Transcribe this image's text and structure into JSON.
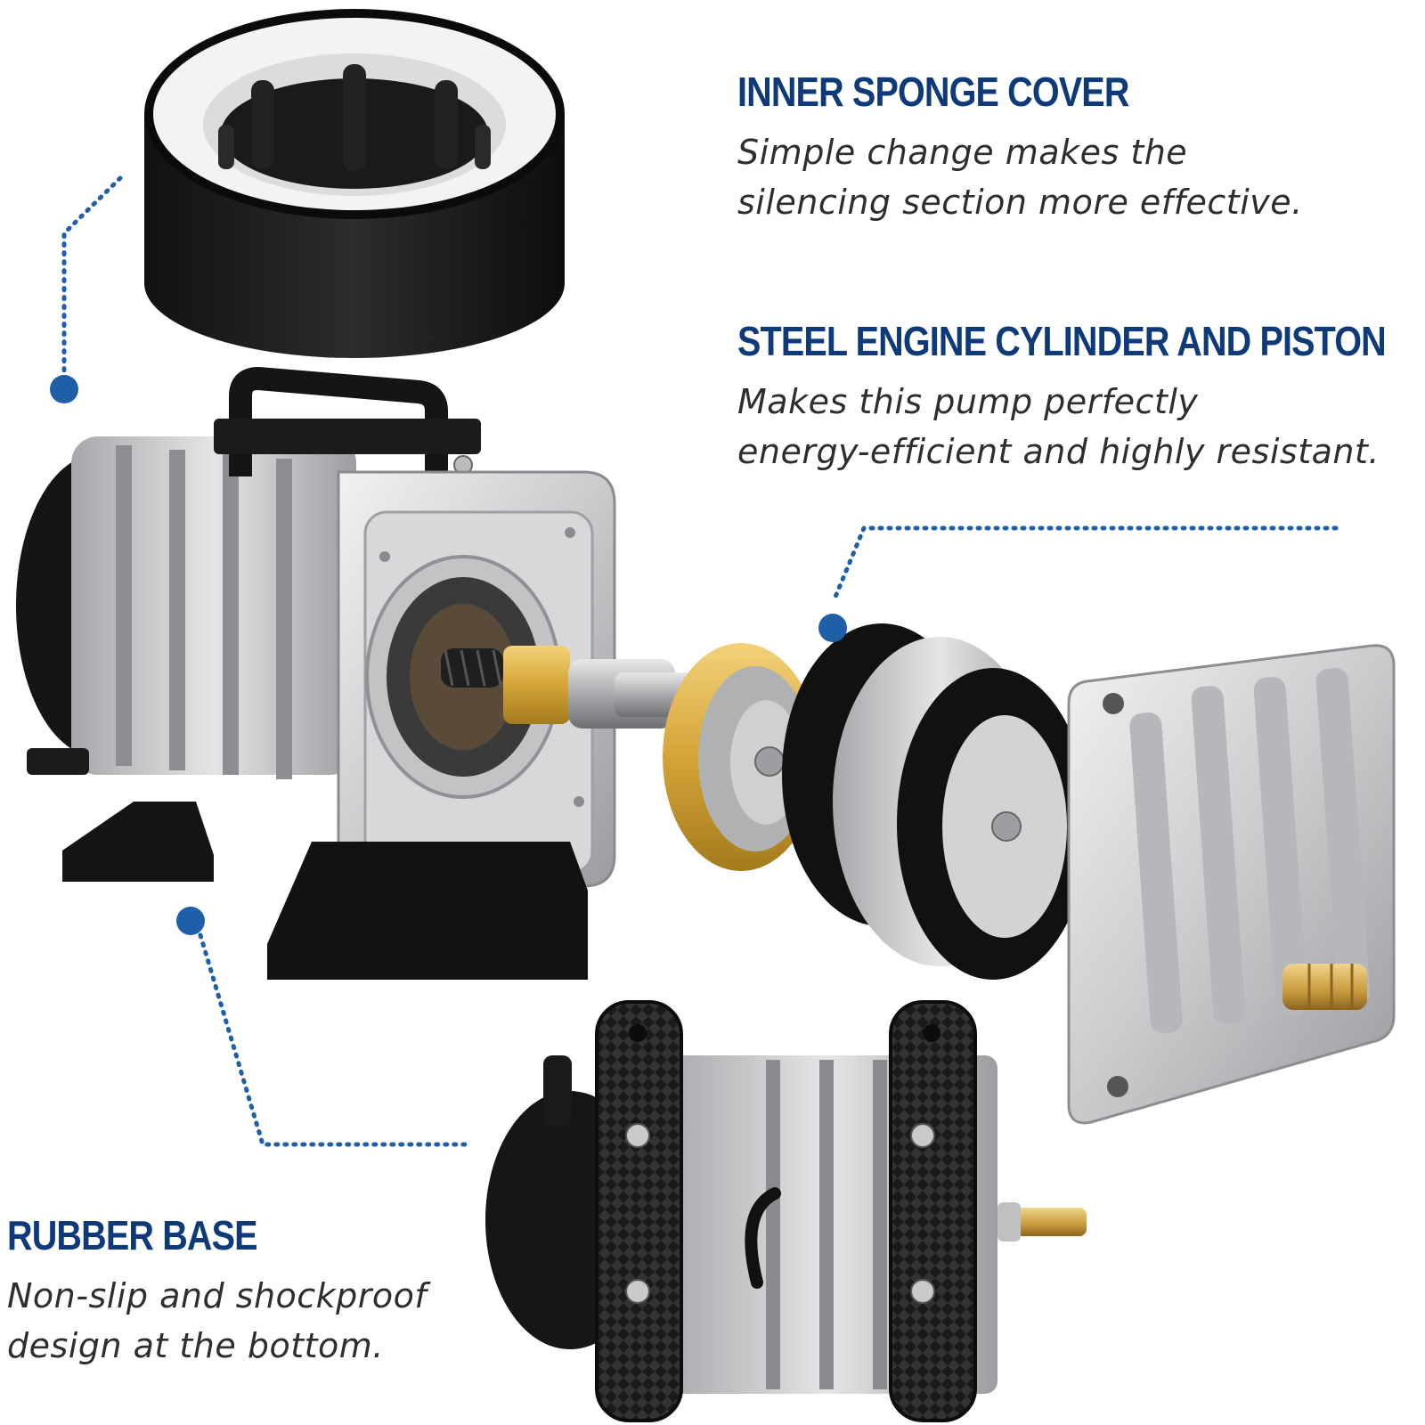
{
  "features": {
    "sponge": {
      "title": "INNER SPONGE COVER",
      "line1": "Simple change makes the",
      "line2": "silencing section more effective."
    },
    "steel": {
      "title": "STEEL ENGINE CYLINDER AND PISTON",
      "line1": "Makes this pump perfectly",
      "line2": "energy-efficient and highly resistant."
    },
    "rubber": {
      "title": "RUBBER BASE",
      "line1": "Non-slip and shockproof",
      "line2": "design at the bottom."
    }
  },
  "colors": {
    "heading": "#0f3a7a",
    "callout": "#1f5fa8",
    "body_text": "#2e2e2e"
  },
  "icons": [
    "sponge-cover-image",
    "air-pump-image",
    "piston-assembly-image",
    "pump-base-image"
  ]
}
